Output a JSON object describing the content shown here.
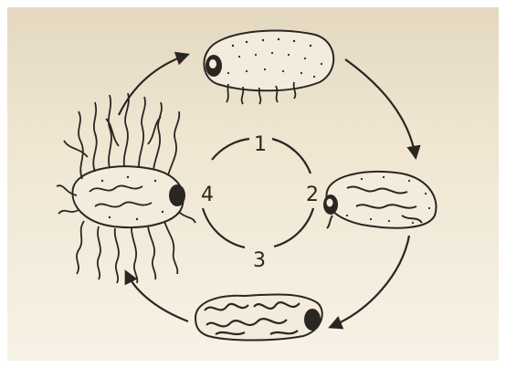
{
  "diagram": {
    "stage_labels": [
      "1",
      "2",
      "3",
      "4"
    ],
    "stages": [
      {
        "id": "stage-1",
        "icon": "larva-icon"
      },
      {
        "id": "stage-2",
        "icon": "larva-icon"
      },
      {
        "id": "stage-3",
        "icon": "larva-icon"
      },
      {
        "id": "stage-4",
        "icon": "fungus-larva-icon"
      }
    ],
    "colors": {
      "background_top": "#e7dcc6",
      "background_bottom": "#f6f1e4",
      "ink": "#2a2622"
    }
  }
}
